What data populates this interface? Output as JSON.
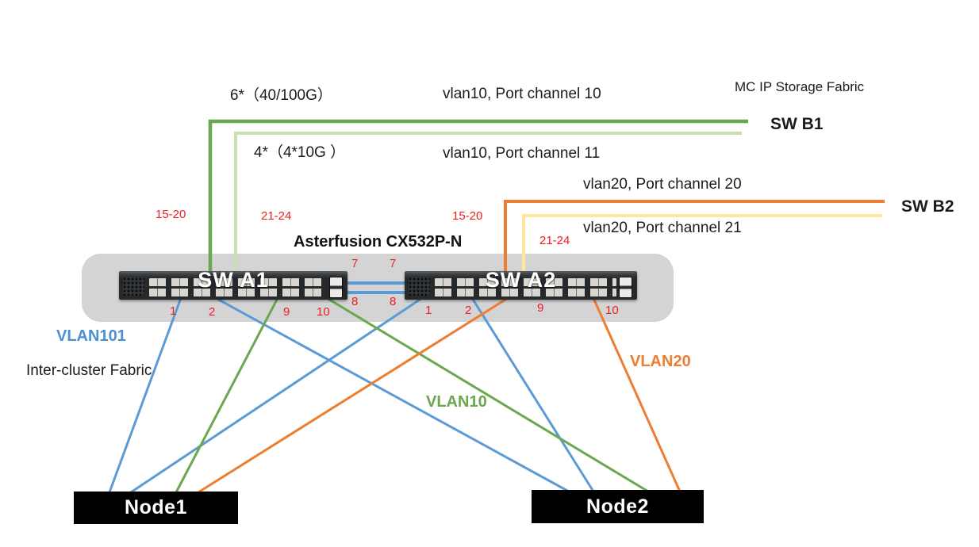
{
  "colors": {
    "blue": "#5b9bd5",
    "green": "#6aa84f",
    "light_green": "#c6e0b4",
    "orange": "#ed7d31",
    "light_yellow": "#ffe699",
    "red": "#ee1c23",
    "panel_gray": "#d4d4d4"
  },
  "header": {
    "uplink1_ports": "6*（40/100G）",
    "uplink1_channel": "vlan10, Port channel 10",
    "uplink2_ports": "4*（4*10G ）",
    "uplink2_channel": "vlan10, Port channel 11",
    "uplink3_channel": "vlan20, Port channel 20",
    "uplink4_channel": "vlan20, Port channel 21",
    "fabric_label": "MC IP Storage Fabric",
    "sw_b1": "SW B1",
    "sw_b2": "SW B2"
  },
  "switch_group": {
    "title": "Asterfusion CX532P-N",
    "sw_a1": {
      "name": "SW A1",
      "uplink_range1": "15-20",
      "uplink_range2": "21-24",
      "node_ports": [
        "1",
        "2",
        "9",
        "10"
      ]
    },
    "sw_a2": {
      "name": "SW A2",
      "uplink_range1": "15-20",
      "uplink_range2": "21-24",
      "node_ports": [
        "1",
        "2",
        "9",
        "10"
      ]
    },
    "peer_links": {
      "p7_a1": "7",
      "p7_a2": "7",
      "p8_a1": "8",
      "p8_a2": "8"
    }
  },
  "annotations": {
    "vlan101": "VLAN101",
    "inter_cluster": "Inter-cluster Fabric",
    "vlan10": "VLAN10",
    "vlan20": "VLAN20"
  },
  "nodes": {
    "node1": "Node1",
    "node2": "Node2"
  }
}
